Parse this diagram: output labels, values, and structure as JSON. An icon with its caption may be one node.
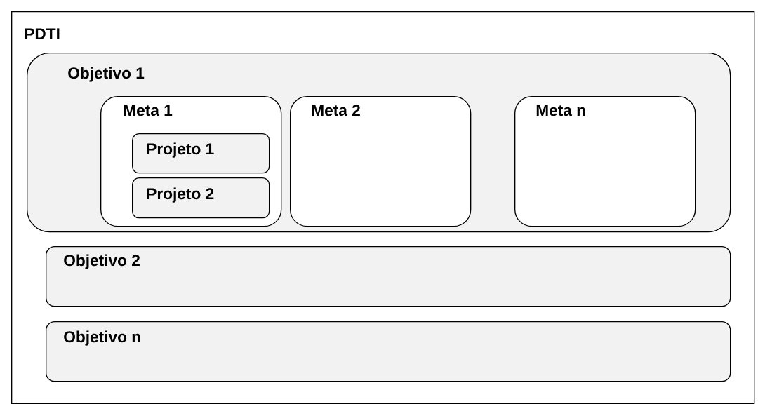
{
  "diagram": {
    "nodes": [
      {
        "text": [
          "PDTI"
        ]
      },
      {
        "text": [
          "Objetivo 1"
        ],
        "in": 0
      },
      {
        "text": [
          "Meta 1"
        ],
        "in": 1
      },
      {
        "text": [
          "Projeto 1"
        ],
        "in": 2
      },
      {
        "text": [
          "Projeto 2"
        ],
        "in": 2
      },
      {
        "text": [
          "Meta 2"
        ],
        "in": 1
      },
      {
        "text": [
          "Meta n"
        ],
        "in": 1
      },
      {
        "text": [
          "Objetivo 2"
        ],
        "in": 0
      },
      {
        "text": [
          "Objetivo n"
        ],
        "in": 0
      }
    ]
  }
}
